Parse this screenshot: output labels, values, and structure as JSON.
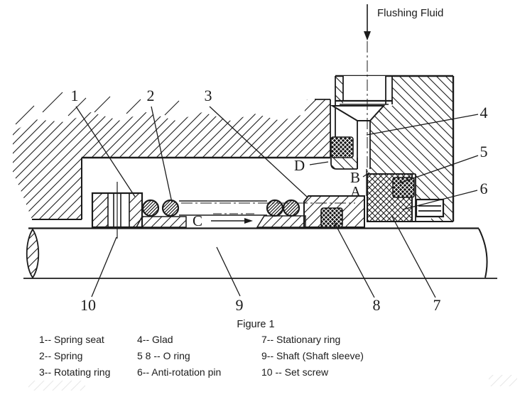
{
  "labels": {
    "flushing_fluid": "Flushing Fluid",
    "zone_a": "A",
    "zone_b": "B",
    "zone_c": "C",
    "zone_d": "D"
  },
  "callouts": {
    "n1": "1",
    "n2": "2",
    "n3": "3",
    "n4": "4",
    "n5": "5",
    "n6": "6",
    "n7": "7",
    "n8": "8",
    "n9": "9",
    "n10": "10"
  },
  "caption": "Figure 1",
  "legend": {
    "col1": [
      "1-- Spring seat",
      "2-- Spring",
      "3-- Rotating ring"
    ],
    "col2": [
      "4-- Glad",
      "5 8 -- O ring",
      "6-- Anti-rotation pin"
    ],
    "col3": [
      "7-- Stationary ring",
      "9-- Shaft (Shaft sleeve)",
      "10 -- Set screw"
    ]
  },
  "colors": {
    "ink": "#1b1b1b",
    "paper": "#ffffff"
  }
}
